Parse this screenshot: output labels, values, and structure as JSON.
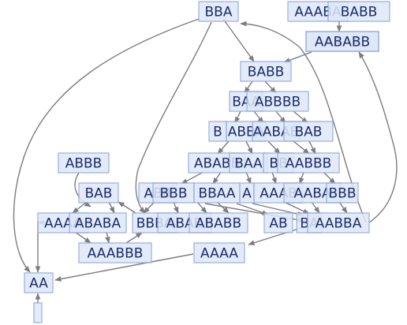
{
  "nodes": [
    {
      "id": "n1",
      "label": "BBA"
    },
    {
      "id": "n2",
      "label": "AAABA"
    },
    {
      "id": "n3",
      "label": "BABB"
    },
    {
      "id": "n4",
      "label": "AAAA"
    },
    {
      "id": "n5",
      "label": "AABABB"
    },
    {
      "id": "n6",
      "label": "BABB"
    },
    {
      "id": "n7",
      "label": "BAA"
    },
    {
      "id": "n8",
      "label": "ABBBB"
    },
    {
      "id": "n9",
      "label": "B"
    },
    {
      "id": "n10",
      "label": "ABBA"
    },
    {
      "id": "n11",
      "label": "AABAB"
    },
    {
      "id": "n12",
      "label": "BAB"
    },
    {
      "id": "n13",
      "label": "ABBB"
    },
    {
      "id": "n14",
      "label": "ABABB"
    },
    {
      "id": "n15",
      "label": "BAA"
    },
    {
      "id": "n16",
      "label": "BB"
    },
    {
      "id": "n17",
      "label": "AABBB"
    },
    {
      "id": "n18",
      "label": "BAB"
    },
    {
      "id": "n19",
      "label": "ABB"
    },
    {
      "id": "n20",
      "label": "BBB"
    },
    {
      "id": "n21",
      "label": "BBAA"
    },
    {
      "id": "n22",
      "label": "A"
    },
    {
      "id": "n23",
      "label": "AAAB"
    },
    {
      "id": "n24",
      "label": "AABA"
    },
    {
      "id": "n25",
      "label": "BBB"
    },
    {
      "id": "n26",
      "label": "AAAA"
    },
    {
      "id": "n27",
      "label": "ABABA"
    },
    {
      "id": "n28",
      "label": "BBBA"
    },
    {
      "id": "n29",
      "label": "ABAB"
    },
    {
      "id": "n30",
      "label": "ABABB"
    },
    {
      "id": "n31",
      "label": "AB"
    },
    {
      "id": "n32",
      "label": "BA"
    },
    {
      "id": "n33",
      "label": "AABBA"
    },
    {
      "id": "n34",
      "label": "AAABBB"
    },
    {
      "id": "n35",
      "label": "AAAA"
    },
    {
      "id": "n36",
      "label": "AA"
    },
    {
      "id": "n37",
      "label": ""
    }
  ]
}
